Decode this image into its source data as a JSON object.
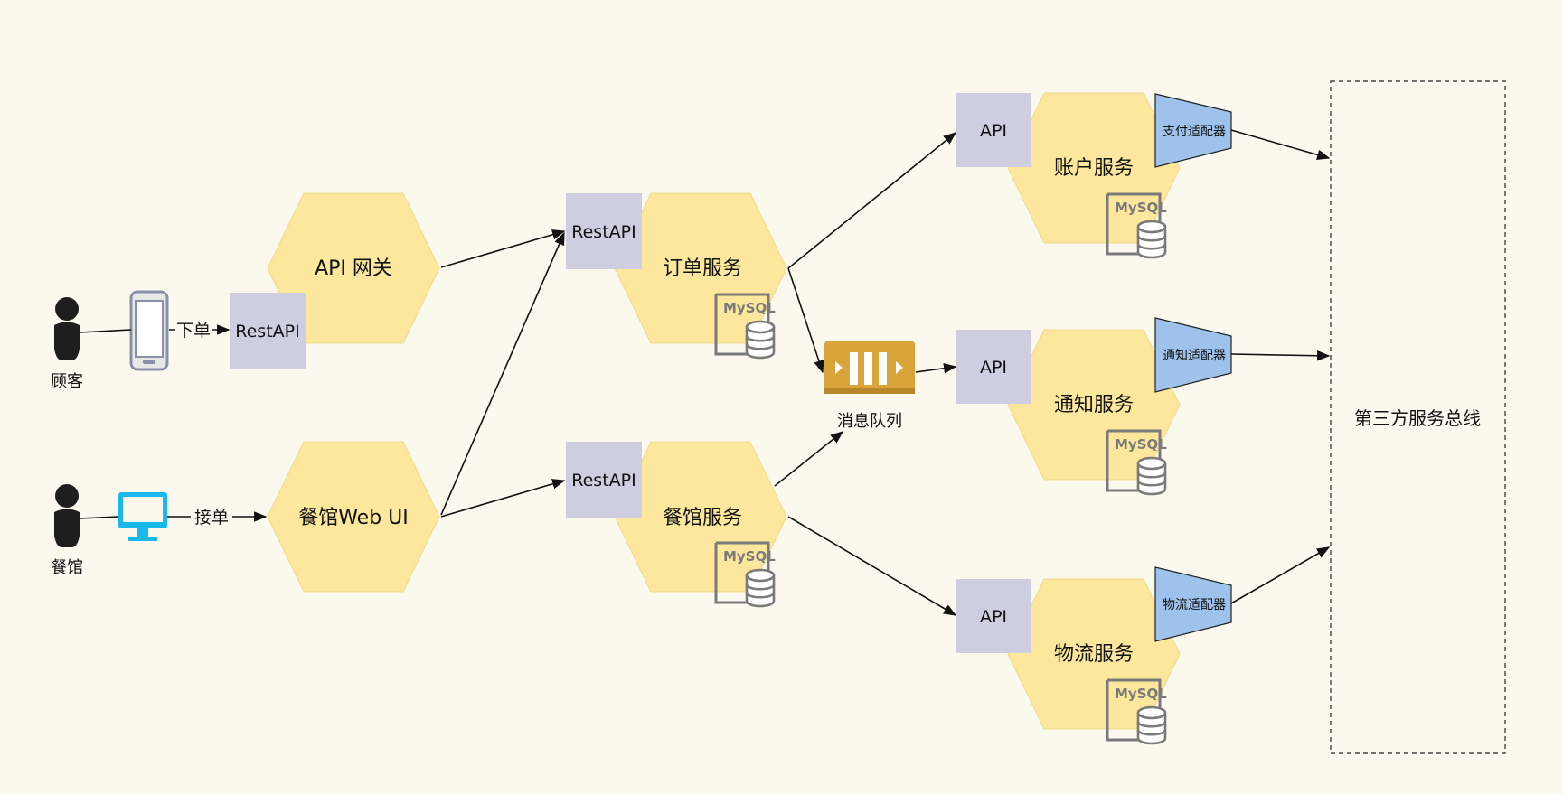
{
  "colors": {
    "background": "#fbf9ee",
    "hexagon": "#fce79c",
    "api_box": "#cfcde0",
    "adapter": "#9ec2ec",
    "queue": "#d9a53a",
    "monitor": "#1ab8ee",
    "database": "#7a7a7a"
  },
  "actors": {
    "customer": {
      "label": "顾客",
      "device": "smartphone-icon"
    },
    "restaurant": {
      "label": "餐馆",
      "device": "monitor-icon"
    }
  },
  "edge_labels": {
    "place_order": "下单",
    "accept_order": "接单"
  },
  "gateway": {
    "title": "API 网关",
    "port": "RestAPI"
  },
  "restaurant_web": {
    "title": "餐馆Web UI"
  },
  "order_service": {
    "title": "订单服务",
    "port": "RestAPI",
    "db": "MySQL"
  },
  "restaurant_service": {
    "title": "餐馆服务",
    "port": "RestAPI",
    "db": "MySQL"
  },
  "queue": {
    "label": "消息队列",
    "icon": "message-queue-icon"
  },
  "account_service": {
    "title": "账户服务",
    "port": "API",
    "db": "MySQL",
    "adapter": "支付适配器"
  },
  "notify_service": {
    "title": "通知服务",
    "port": "API",
    "db": "MySQL",
    "adapter": "通知适配器"
  },
  "logistics_service": {
    "title": "物流服务",
    "port": "API",
    "db": "MySQL",
    "adapter": "物流适配器"
  },
  "bus": {
    "label": "第三方服务总线"
  }
}
